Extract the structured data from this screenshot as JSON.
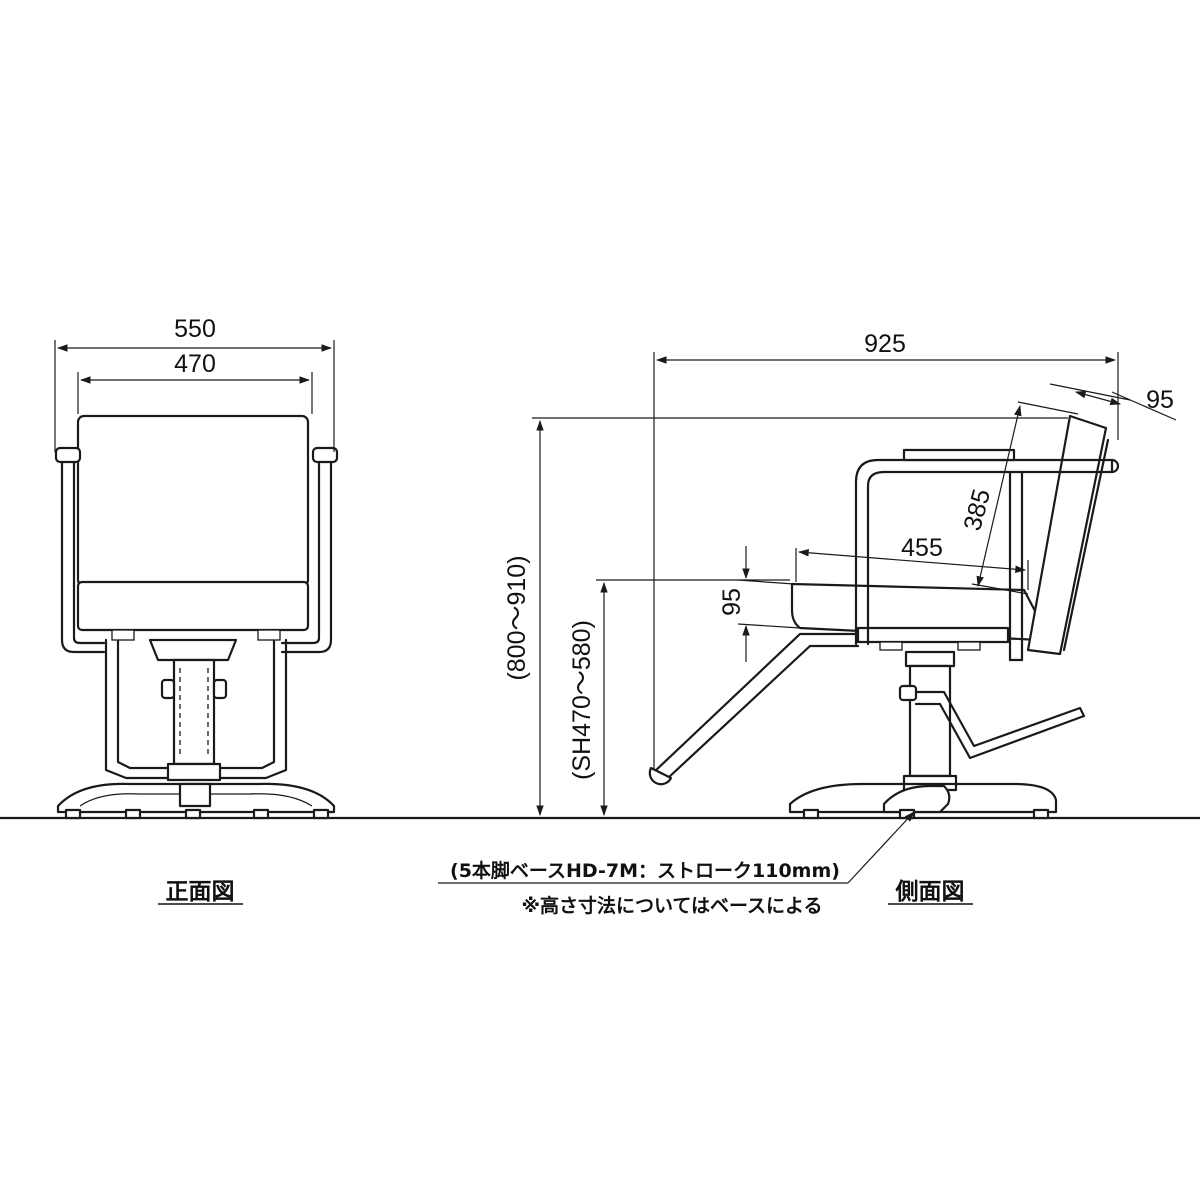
{
  "front_view": {
    "label": "正面図",
    "dim_overall_width": "550",
    "dim_seat_width": "470"
  },
  "side_view": {
    "label": "側面図",
    "dim_overall_depth": "925",
    "dim_back_thickness": "95",
    "dim_back_height": "385",
    "dim_seat_depth": "455",
    "dim_seat_thickness": "95",
    "dim_overall_height": "(800～910)",
    "dim_seat_height": "(SH470～580)"
  },
  "notes": {
    "base_spec": "(5本脚ベースHD-7M：ストローク110mm)",
    "height_note": "※高さ寸法についてはベースによる"
  }
}
